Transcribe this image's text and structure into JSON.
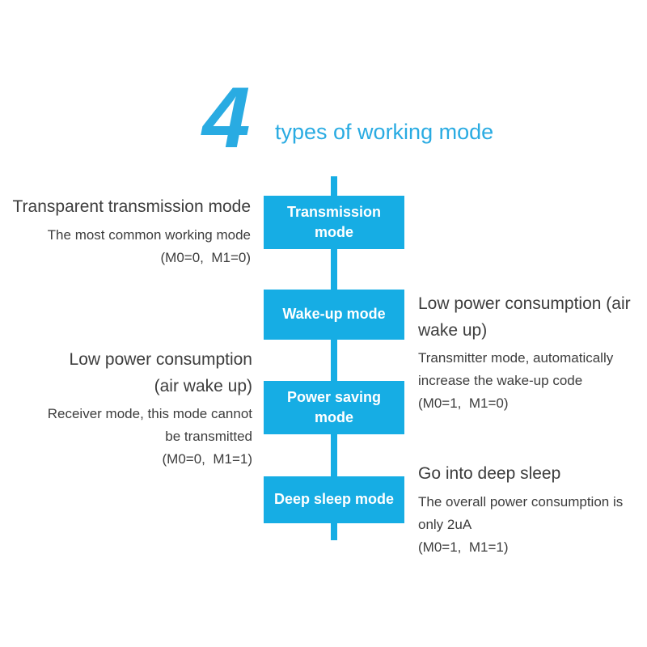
{
  "colors": {
    "accent": "#16ade4",
    "accent_title": "#29abe2",
    "text": "#3d3d3d",
    "box_text": "#ffffff"
  },
  "title": {
    "number": "4",
    "label": "types of working mode"
  },
  "modes": [
    {
      "label": "Transmission\nmode"
    },
    {
      "label": "Wake-up mode"
    },
    {
      "label": "Power saving\nmode"
    },
    {
      "label": "Deep sleep mode"
    }
  ],
  "left_annotations": [
    {
      "heading": "Transparent transmission mode",
      "body": "The most common working mode\n(M0=0,  M1=0)"
    },
    {
      "heading": "Low power consumption\n(air wake up)",
      "body": "Receiver mode, this mode cannot\nbe transmitted\n(M0=0,  M1=1)"
    }
  ],
  "right_annotations": [
    {
      "heading": "Low power consumption (air\nwake up)",
      "body": "Transmitter mode, automatically\nincrease the wake-up code\n(M0=1,  M1=0)"
    },
    {
      "heading": "Go into deep sleep",
      "body": "The overall power consumption is\nonly 2uA\n(M0=1,  M1=1)"
    }
  ]
}
